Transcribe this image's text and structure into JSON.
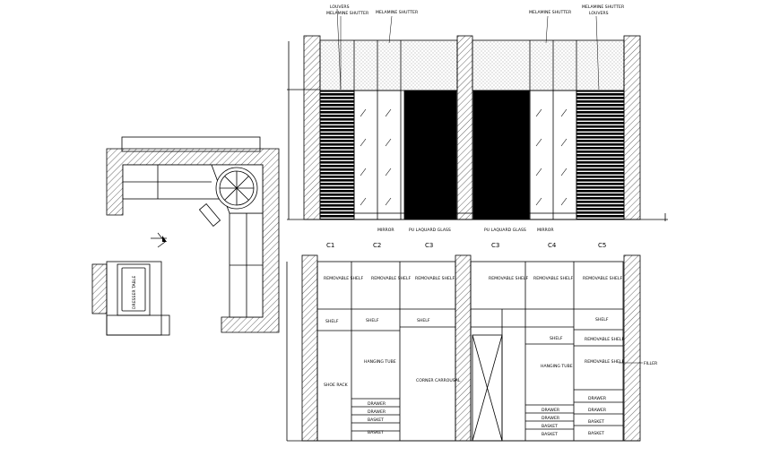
{
  "elevation_top": {
    "labels": {
      "louvers_left": "LOUVERS",
      "melamine_left_outer": "MELAMINE SHUTTER",
      "melamine_left_inner": "MELAMINE SHUTTER",
      "melamine_right_inner": "MELAMINE SHUTTER",
      "melamine_right_outer": "MELAMINE SHUTTER",
      "louvers_right": "LOUVERS",
      "mirror_left": "MIRROR",
      "glass_left": "PU LAQUARD GLASS",
      "glass_right": "PU LAQUARD GLASS",
      "mirror_right": "MIRROR"
    }
  },
  "columns": [
    "C1",
    "C2",
    "C3",
    "C3",
    "C4",
    "C5"
  ],
  "elevation_bottom": {
    "labels": {
      "c1_shelf_top": "REMOVABLE SHELF",
      "c2_shelf_top": "REMOVABLE SHELF",
      "c3l_shelf_top": "REMOVABLE SHELF",
      "c3r_shelf_top": "REMOVABLE SHELF",
      "c4_shelf_top": "REMOVABLE SHELF",
      "c5_shelf_top": "REMOVABLE SHELF",
      "c1_shelf": "SHELF",
      "c2_shelf": "SHELF",
      "c3l_shelf": "SHELF",
      "c4_shelf": "SHELF",
      "c5_shelf": "SHELF",
      "c5_removable_1": "REMOVABLE SHELF",
      "c5_removable_2": "REMOVABLE SHELF",
      "shoe_rack": "SHOE RACK",
      "hanging_tube_left": "HANGING TUBE",
      "corner_carrousal": "CORNER CARROUSAL",
      "hanging_tube_right": "HANGING TUBE",
      "filler": "FILLER",
      "c2_drawer_1": "DRAWER",
      "c2_drawer_2": "DRAWER",
      "c2_basket_1": "BASKET",
      "c2_basket_2": "BASKET",
      "c4_drawer_1": "DRAWER",
      "c4_drawer_2": "DRAWER",
      "c4_basket_1": "BASKET",
      "c4_basket_2": "BASKET",
      "c5_drawer_1": "DRAWER",
      "c5_drawer_2": "DRAWER",
      "c5_basket_1": "BASKET",
      "c5_basket_2": "BASKET"
    }
  },
  "plan": {
    "dresser_label": "DRESSER TABLE"
  }
}
